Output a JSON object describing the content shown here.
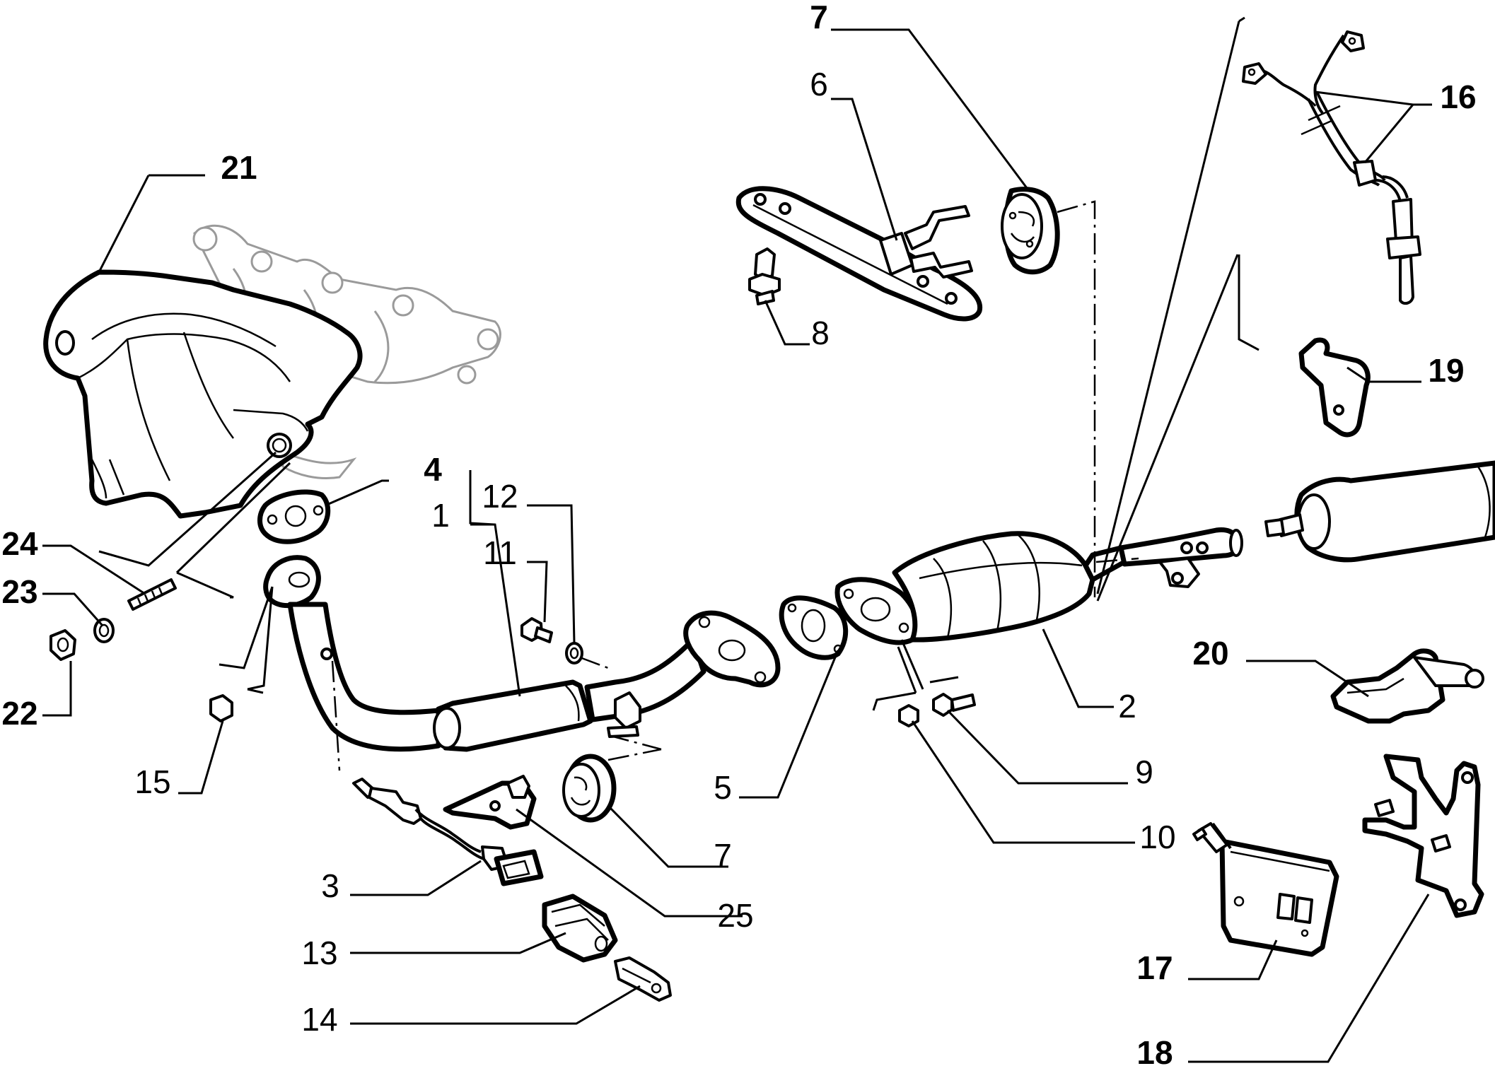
{
  "diagram": {
    "callouts": [
      {
        "id": "c1",
        "text": "1",
        "bold": false
      },
      {
        "id": "c2",
        "text": "2",
        "bold": false
      },
      {
        "id": "c3",
        "text": "3",
        "bold": false
      },
      {
        "id": "c4",
        "text": "4",
        "bold": true
      },
      {
        "id": "c5",
        "text": "5",
        "bold": false
      },
      {
        "id": "c6",
        "text": "6",
        "bold": false
      },
      {
        "id": "c7a",
        "text": "7",
        "bold": true
      },
      {
        "id": "c7b",
        "text": "7",
        "bold": false
      },
      {
        "id": "c8",
        "text": "8",
        "bold": false
      },
      {
        "id": "c9",
        "text": "9",
        "bold": false
      },
      {
        "id": "c10",
        "text": "10",
        "bold": false
      },
      {
        "id": "c11",
        "text": "11",
        "bold": false
      },
      {
        "id": "c12",
        "text": "12",
        "bold": false
      },
      {
        "id": "c13",
        "text": "13",
        "bold": false
      },
      {
        "id": "c14",
        "text": "14",
        "bold": false
      },
      {
        "id": "c15",
        "text": "15",
        "bold": false
      },
      {
        "id": "c16",
        "text": "16",
        "bold": true
      },
      {
        "id": "c17",
        "text": "17",
        "bold": true
      },
      {
        "id": "c18",
        "text": "18",
        "bold": true
      },
      {
        "id": "c19",
        "text": "19",
        "bold": true
      },
      {
        "id": "c20",
        "text": "20",
        "bold": true
      },
      {
        "id": "c21",
        "text": "21",
        "bold": true
      },
      {
        "id": "c22",
        "text": "22",
        "bold": true
      },
      {
        "id": "c23",
        "text": "23",
        "bold": true
      },
      {
        "id": "c24",
        "text": "24",
        "bold": true
      },
      {
        "id": "c25",
        "text": "25",
        "bold": false
      }
    ]
  }
}
